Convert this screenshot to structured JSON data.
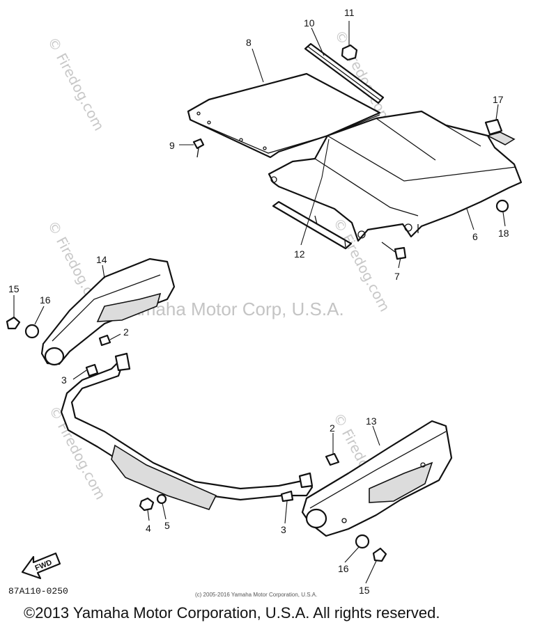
{
  "callouts": {
    "c2a": "2",
    "c2b": "2",
    "c3a": "3",
    "c3b": "3",
    "c4": "4",
    "c5": "5",
    "c6": "6",
    "c7": "7",
    "c8": "8",
    "c9": "9",
    "c10": "10",
    "c11": "11",
    "c12": "12",
    "c13": "13",
    "c14": "14",
    "c15a": "15",
    "c15b": "15",
    "c16a": "16",
    "c16b": "16",
    "c17": "17",
    "c18": "18"
  },
  "watermarks": {
    "firedog": "© Firedog.com",
    "yamaha": "© Yamaha Motor Corp, U.S.A."
  },
  "fwd_label": "FWD",
  "catalog_number": "87A110-0250",
  "fine_print": "(c) 2005-2016 Yamaha Motor Corporation, U.S.A.",
  "copyright": "©2013 Yamaha Motor Corporation, U.S.A. All rights reserved."
}
